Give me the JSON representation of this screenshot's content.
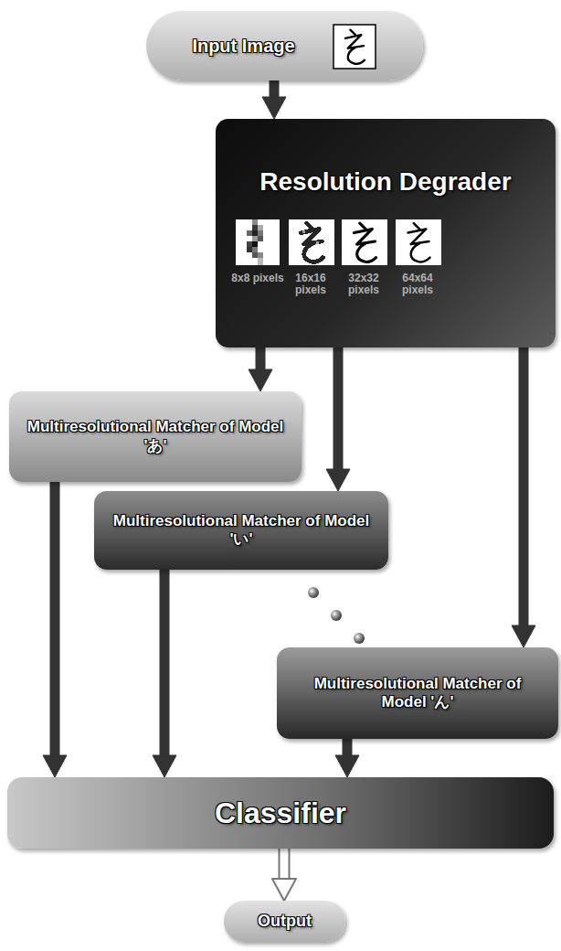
{
  "diagram": {
    "nodes": [
      {
        "text": [
          "Input Image"
        ]
      },
      {
        "text": [
          "Resolution Degrader",
          "8x8 pixels",
          "16x16 pixels",
          "32x32 pixels",
          "64x64 pixels"
        ]
      },
      {
        "text": [
          "Multiresolutional Matcher of Model 'あ'"
        ]
      },
      {
        "text": [
          "Multiresolutional Matcher of Model 'い'"
        ]
      },
      {
        "text": [
          "Multiresolutional Matcher of Model 'ん'"
        ]
      },
      {
        "text": [
          "Classifier"
        ]
      },
      {
        "text": [
          "Output"
        ]
      }
    ],
    "edges": [
      {
        "from": 0,
        "to": 1,
        "arrow": "to"
      },
      {
        "from": 1,
        "to": 2,
        "arrow": "to"
      },
      {
        "from": 1,
        "to": 3,
        "arrow": "to"
      },
      {
        "from": 1,
        "to": 4,
        "arrow": "to"
      },
      {
        "from": 2,
        "to": 5,
        "arrow": "to"
      },
      {
        "from": 3,
        "to": 5,
        "arrow": "to"
      },
      {
        "from": 4,
        "to": 5,
        "arrow": "to"
      },
      {
        "from": 5,
        "to": 6,
        "arrow": "to"
      }
    ]
  }
}
